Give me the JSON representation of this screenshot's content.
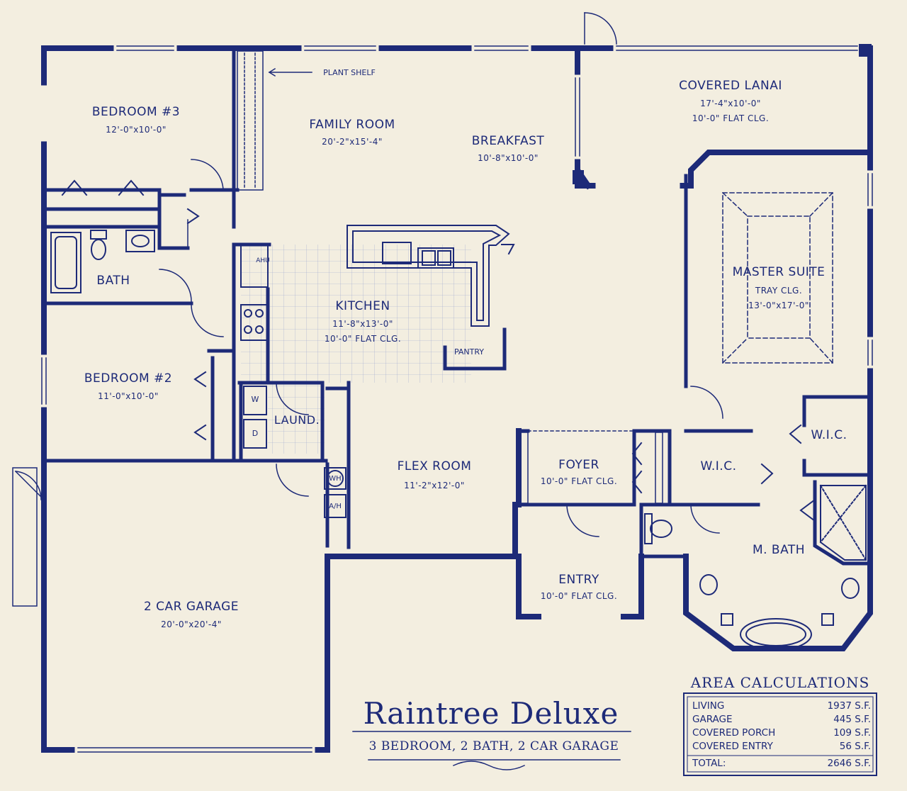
{
  "plan": {
    "title": "Raintree Deluxe",
    "subtitle": "3 BEDROOM, 2 BATH, 2 CAR GARAGE",
    "annotation": "PLANT SHELF",
    "rooms": {
      "bedroom3": {
        "name": "BEDROOM #3",
        "dims": "12'-0\"x10'-0\""
      },
      "family": {
        "name": "FAMILY ROOM",
        "dims": "20'-2\"x15'-4\""
      },
      "breakfast": {
        "name": "BREAKFAST",
        "dims": "10'-8\"x10'-0\""
      },
      "lanai": {
        "name": "COVERED LANAI",
        "dims": "17'-4\"x10'-0\"",
        "ceiling": "10'-0\" FLAT CLG."
      },
      "bath": {
        "name": "BATH"
      },
      "kitchen": {
        "name": "KITCHEN",
        "dims": "11'-8\"x13'-0\"",
        "ceiling": "10'-0\" FLAT CLG."
      },
      "master": {
        "name": "MASTER SUITE",
        "ceiling": "TRAY CLG.",
        "dims": "13'-0\"x17'-0\""
      },
      "bedroom2": {
        "name": "BEDROOM #2",
        "dims": "11'-0\"x10'-0\""
      },
      "laundry": {
        "name": "LAUND."
      },
      "flex": {
        "name": "FLEX ROOM",
        "dims": "11'-2\"x12'-0\""
      },
      "foyer": {
        "name": "FOYER",
        "ceiling": "10'-0\" FLAT CLG."
      },
      "wic1": {
        "name": "W.I.C."
      },
      "wic2": {
        "name": "W.I.C."
      },
      "mbath": {
        "name": "M. BATH"
      },
      "entry": {
        "name": "ENTRY",
        "ceiling": "10'-0\" FLAT CLG."
      },
      "garage": {
        "name": "2 CAR GARAGE",
        "dims": "20'-0\"x20'-4\""
      }
    },
    "fixtures": {
      "ahu": "AHU",
      "pantry": "PANTRY",
      "washer": "W",
      "dryer": "D",
      "water_heater": "WH",
      "air_handler": "A/H"
    }
  },
  "area": {
    "heading": "AREA CALCULATIONS",
    "rows": [
      {
        "label": "LIVING",
        "value": "1937 S.F."
      },
      {
        "label": "GARAGE",
        "value": "445 S.F."
      },
      {
        "label": "COVERED PORCH",
        "value": "109 S.F."
      },
      {
        "label": "COVERED ENTRY",
        "value": "56 S.F."
      }
    ],
    "total": {
      "label": "TOTAL:",
      "value": "2646 S.F."
    }
  },
  "colors": {
    "ink": "#1d2a78",
    "paper": "#f3eee0"
  }
}
